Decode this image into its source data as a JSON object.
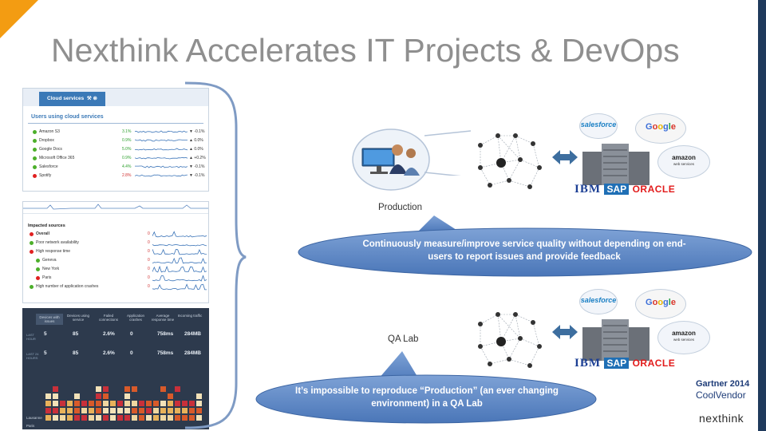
{
  "slide": {
    "title": "Nexthink Accelerates IT Projects & DevOps"
  },
  "panel_cloud": {
    "tab_label": "Cloud services",
    "section_title": "Users using cloud services",
    "rows": [
      {
        "name": "Amazon S3",
        "pct": "3.1%",
        "change": "-0.1%",
        "dot": "#4caf2a"
      },
      {
        "name": "Dropbox",
        "pct": "0.9%",
        "change": "0.0%",
        "dot": "#4caf2a"
      },
      {
        "name": "Google Docs",
        "pct": "5.0%",
        "change": "0.0%",
        "dot": "#4caf2a"
      },
      {
        "name": "Microsoft Office 365",
        "pct": "0.9%",
        "change": "+0.2%",
        "dot": "#4caf2a"
      },
      {
        "name": "Salesforce",
        "pct": "4.4%",
        "change": "-0.1%",
        "dot": "#4caf2a"
      },
      {
        "name": "Spotify",
        "pct": "2.8%",
        "change": "-0.1%",
        "dot": "#e02020"
      }
    ]
  },
  "panel_sources": {
    "section_title": "Impacted sources",
    "rows": [
      {
        "name": "Overall",
        "value": "0",
        "dot": "#e02020",
        "bold": true
      },
      {
        "name": "Poor network availability",
        "value": "0",
        "dot": "#4caf2a"
      },
      {
        "name": "High response time",
        "value": "0",
        "dot": "#e02020"
      },
      {
        "name": "Geneva",
        "value": "0",
        "dot": "#4caf2a"
      },
      {
        "name": "New York",
        "value": "0",
        "dot": "#4caf2a"
      },
      {
        "name": "Paris",
        "value": "0",
        "dot": "#e02020"
      },
      {
        "name": "High number of application crashes",
        "value": "0",
        "dot": "#4caf2a"
      }
    ]
  },
  "panel_dashboard": {
    "headers": [
      "Devices with issues",
      "Devices using service",
      "Failed connections",
      "Application crashes",
      "Average response time",
      "Incoming traffic"
    ],
    "row1": [
      "5",
      "85",
      "2.6%",
      "0",
      "758ms",
      "284MB"
    ],
    "row2": [
      "5",
      "85",
      "2.6%",
      "0",
      "758ms",
      "284MB"
    ],
    "row_labels": [
      "LAST HOUR",
      "LAST 24 HOURS"
    ],
    "cities": [
      "Lausanne",
      "Paris"
    ]
  },
  "production": {
    "label": "Production",
    "callout": "Continuously measure/improve service quality without depending on end-users to report issues and provide feedback"
  },
  "qa": {
    "label": "QA Lab",
    "callout": "It’s impossible to reproduce “Production” (an ever changing environment) in a QA Lab"
  },
  "logos": {
    "salesforce": "salesforce",
    "google": "Google",
    "amazon": "amazon",
    "amazon_sub": "web services",
    "ibm": "IBM",
    "sap": "SAP",
    "oracle": "ORACLE"
  },
  "badge": {
    "gartner": "Gartner 2014",
    "coolvendor": "CoolVendor",
    "nexthink": "nexthink"
  },
  "colors": {
    "accent_orange": "#f39c12",
    "bubble_blue": "#5b86c4",
    "title_gray": "#8f8f8f"
  }
}
